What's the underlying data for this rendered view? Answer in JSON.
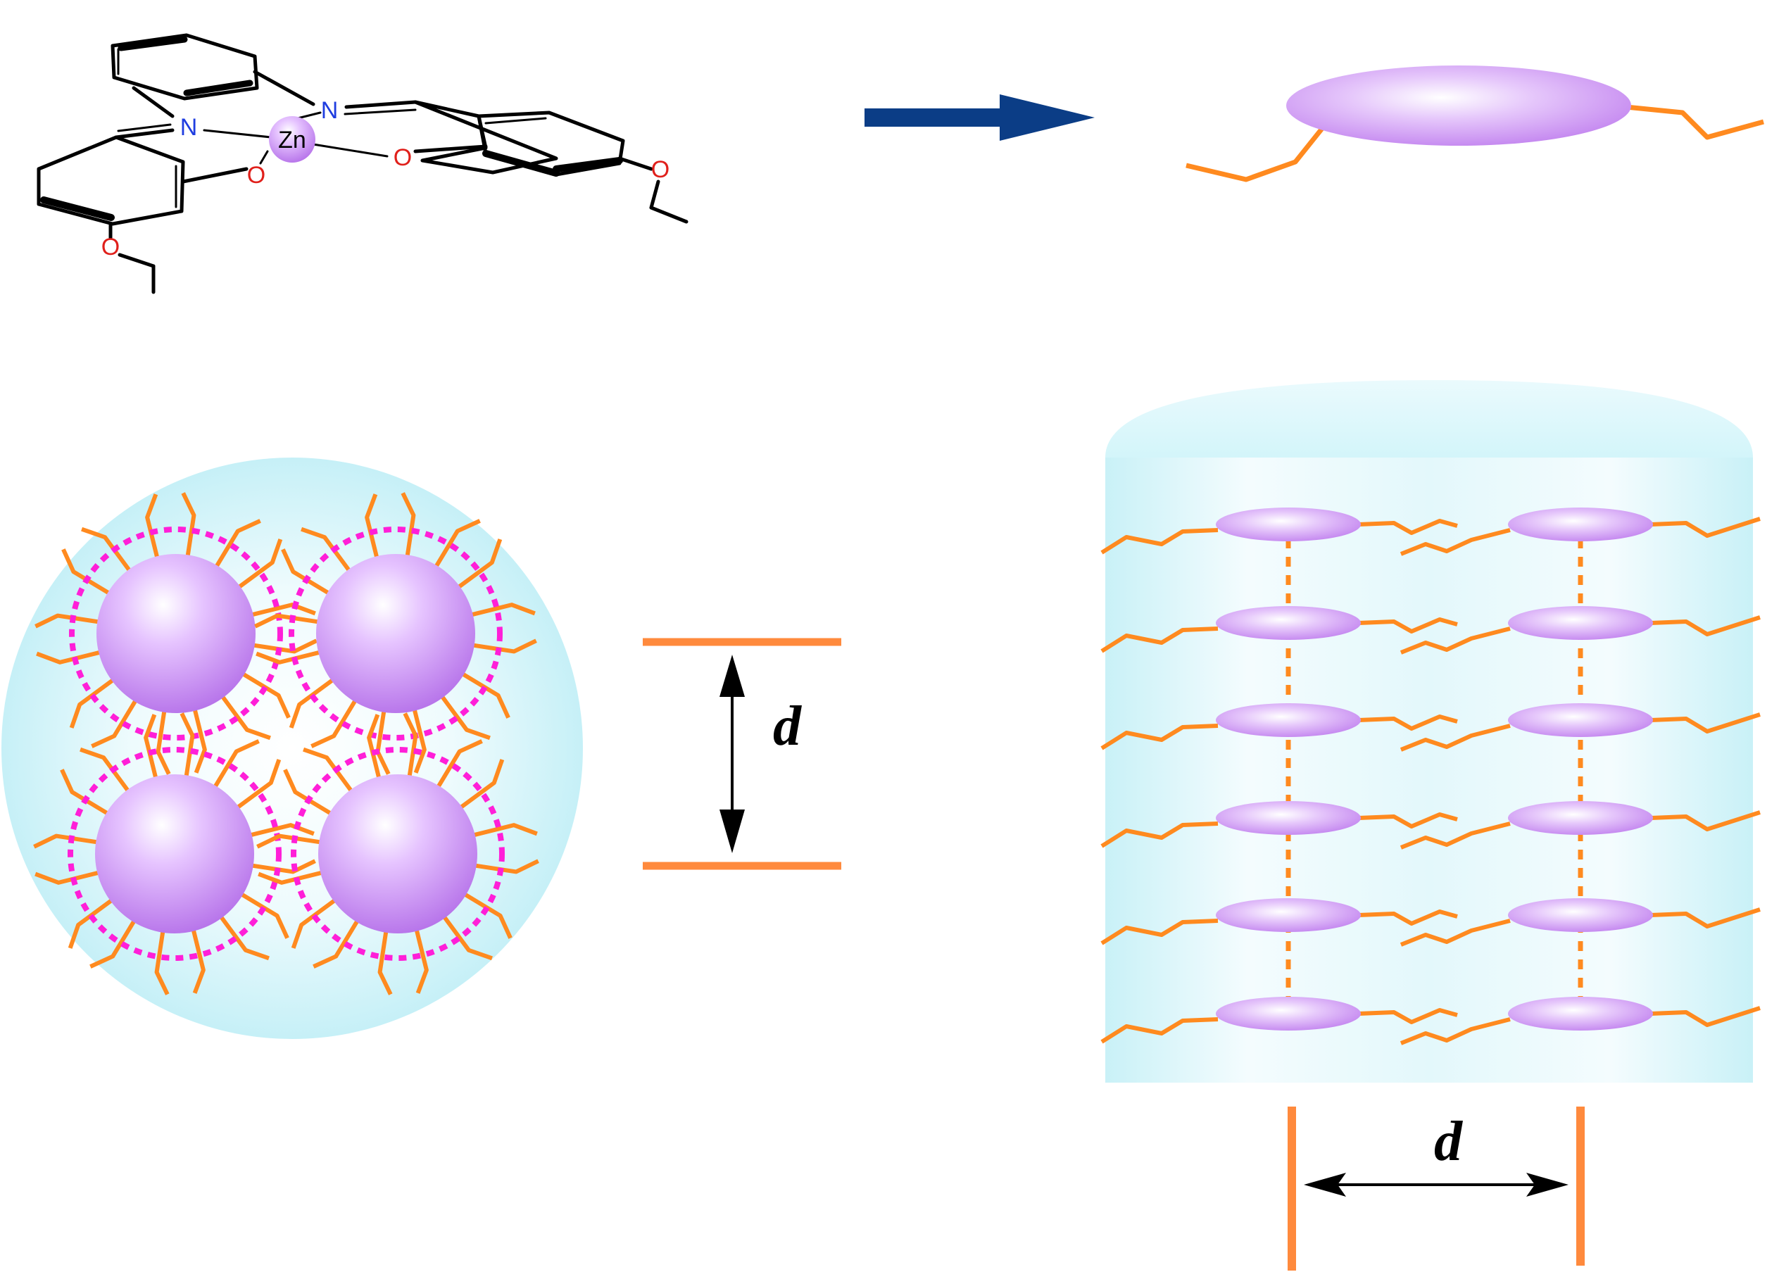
{
  "molecule": {
    "atoms": {
      "metal": "Zn",
      "nitrogen_1": "N",
      "nitrogen_2": "N",
      "oxygen_1": "O",
      "oxygen_2": "O",
      "oxygen_3": "O",
      "oxygen_4": "O"
    }
  },
  "d_label_micelle": "d",
  "d_label_column": "d",
  "colors": {
    "purple": "#c98ef0",
    "orange": "#ff8a1f",
    "magenta": "#ff1fd8",
    "navy": "#0b3d86",
    "cyan": "#c8f2f8",
    "nitrogen": "#1f3de0",
    "oxygen": "#e0201b"
  },
  "icons": [
    "reaction-arrow-icon",
    "double-headed-arrow-icon"
  ]
}
